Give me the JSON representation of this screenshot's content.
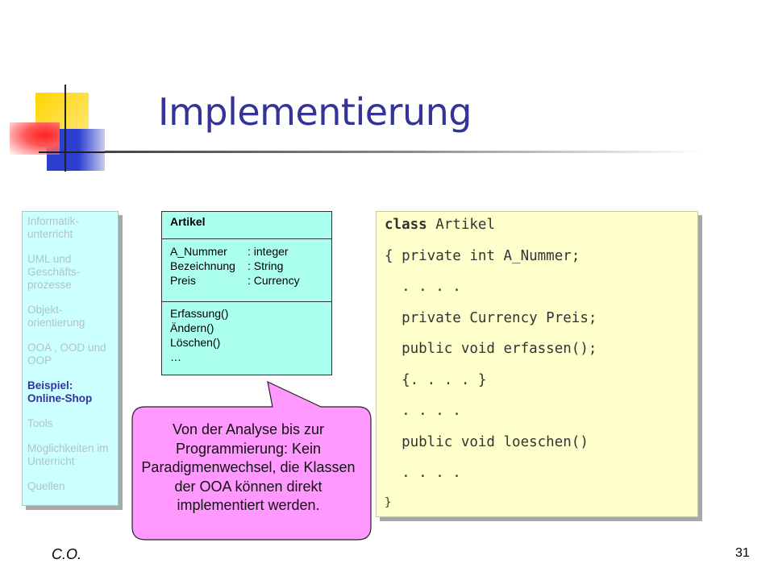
{
  "title": "Implementierung",
  "sidebar": {
    "items": [
      {
        "label": "Informatik-unterricht",
        "active": false
      },
      {
        "label": "UML und Geschäfts-prozesse",
        "active": false
      },
      {
        "label": "Objekt-orientierung",
        "active": false
      },
      {
        "label": "OOA , OOD und OOP",
        "active": false
      },
      {
        "label": "Beispiel: Online-Shop",
        "active": true
      },
      {
        "label": "Tools",
        "active": false
      },
      {
        "label": "Möglichkeiten im Unterricht",
        "active": false
      },
      {
        "label": "Quellen",
        "active": false
      }
    ]
  },
  "uml": {
    "class_name": "Artikel",
    "attributes": [
      {
        "name": "A_Nummer",
        "type": ": integer"
      },
      {
        "name": "Bezeichnung",
        "type": ": String"
      },
      {
        "name": "Preis",
        "type": ": Currency"
      }
    ],
    "operations": [
      "Erfassung()",
      "Ändern()",
      "Löschen()",
      "…"
    ]
  },
  "code": {
    "lines": [
      {
        "kw": "class",
        "rest": " Artikel"
      },
      {
        "kw": "",
        "rest": "{ private int A_Nummer;"
      },
      {
        "kw": "",
        "rest": "  . . . ."
      },
      {
        "kw": "",
        "rest": "  private Currency Preis;"
      },
      {
        "kw": "",
        "rest": "  public void erfassen();"
      },
      {
        "kw": "",
        "rest": "  {. . . . }"
      },
      {
        "kw": "",
        "rest": "  . . . ."
      },
      {
        "kw": "",
        "rest": "  public void loeschen()"
      },
      {
        "kw": "",
        "rest": "  . . . ."
      }
    ],
    "end": "}"
  },
  "callout_text": "Von der Analyse bis zur Programmierung: Kein Paradigmenwechsel, die Klassen der OOA können direkt implementiert werden.",
  "footer": {
    "author": "C.O.",
    "page": "31"
  },
  "colors": {
    "title": "#333399",
    "sidebar_bg": "#ccffff",
    "uml_bg": "#aaffee",
    "code_bg": "#ffffcc",
    "callout_bg": "#ff99ff"
  }
}
